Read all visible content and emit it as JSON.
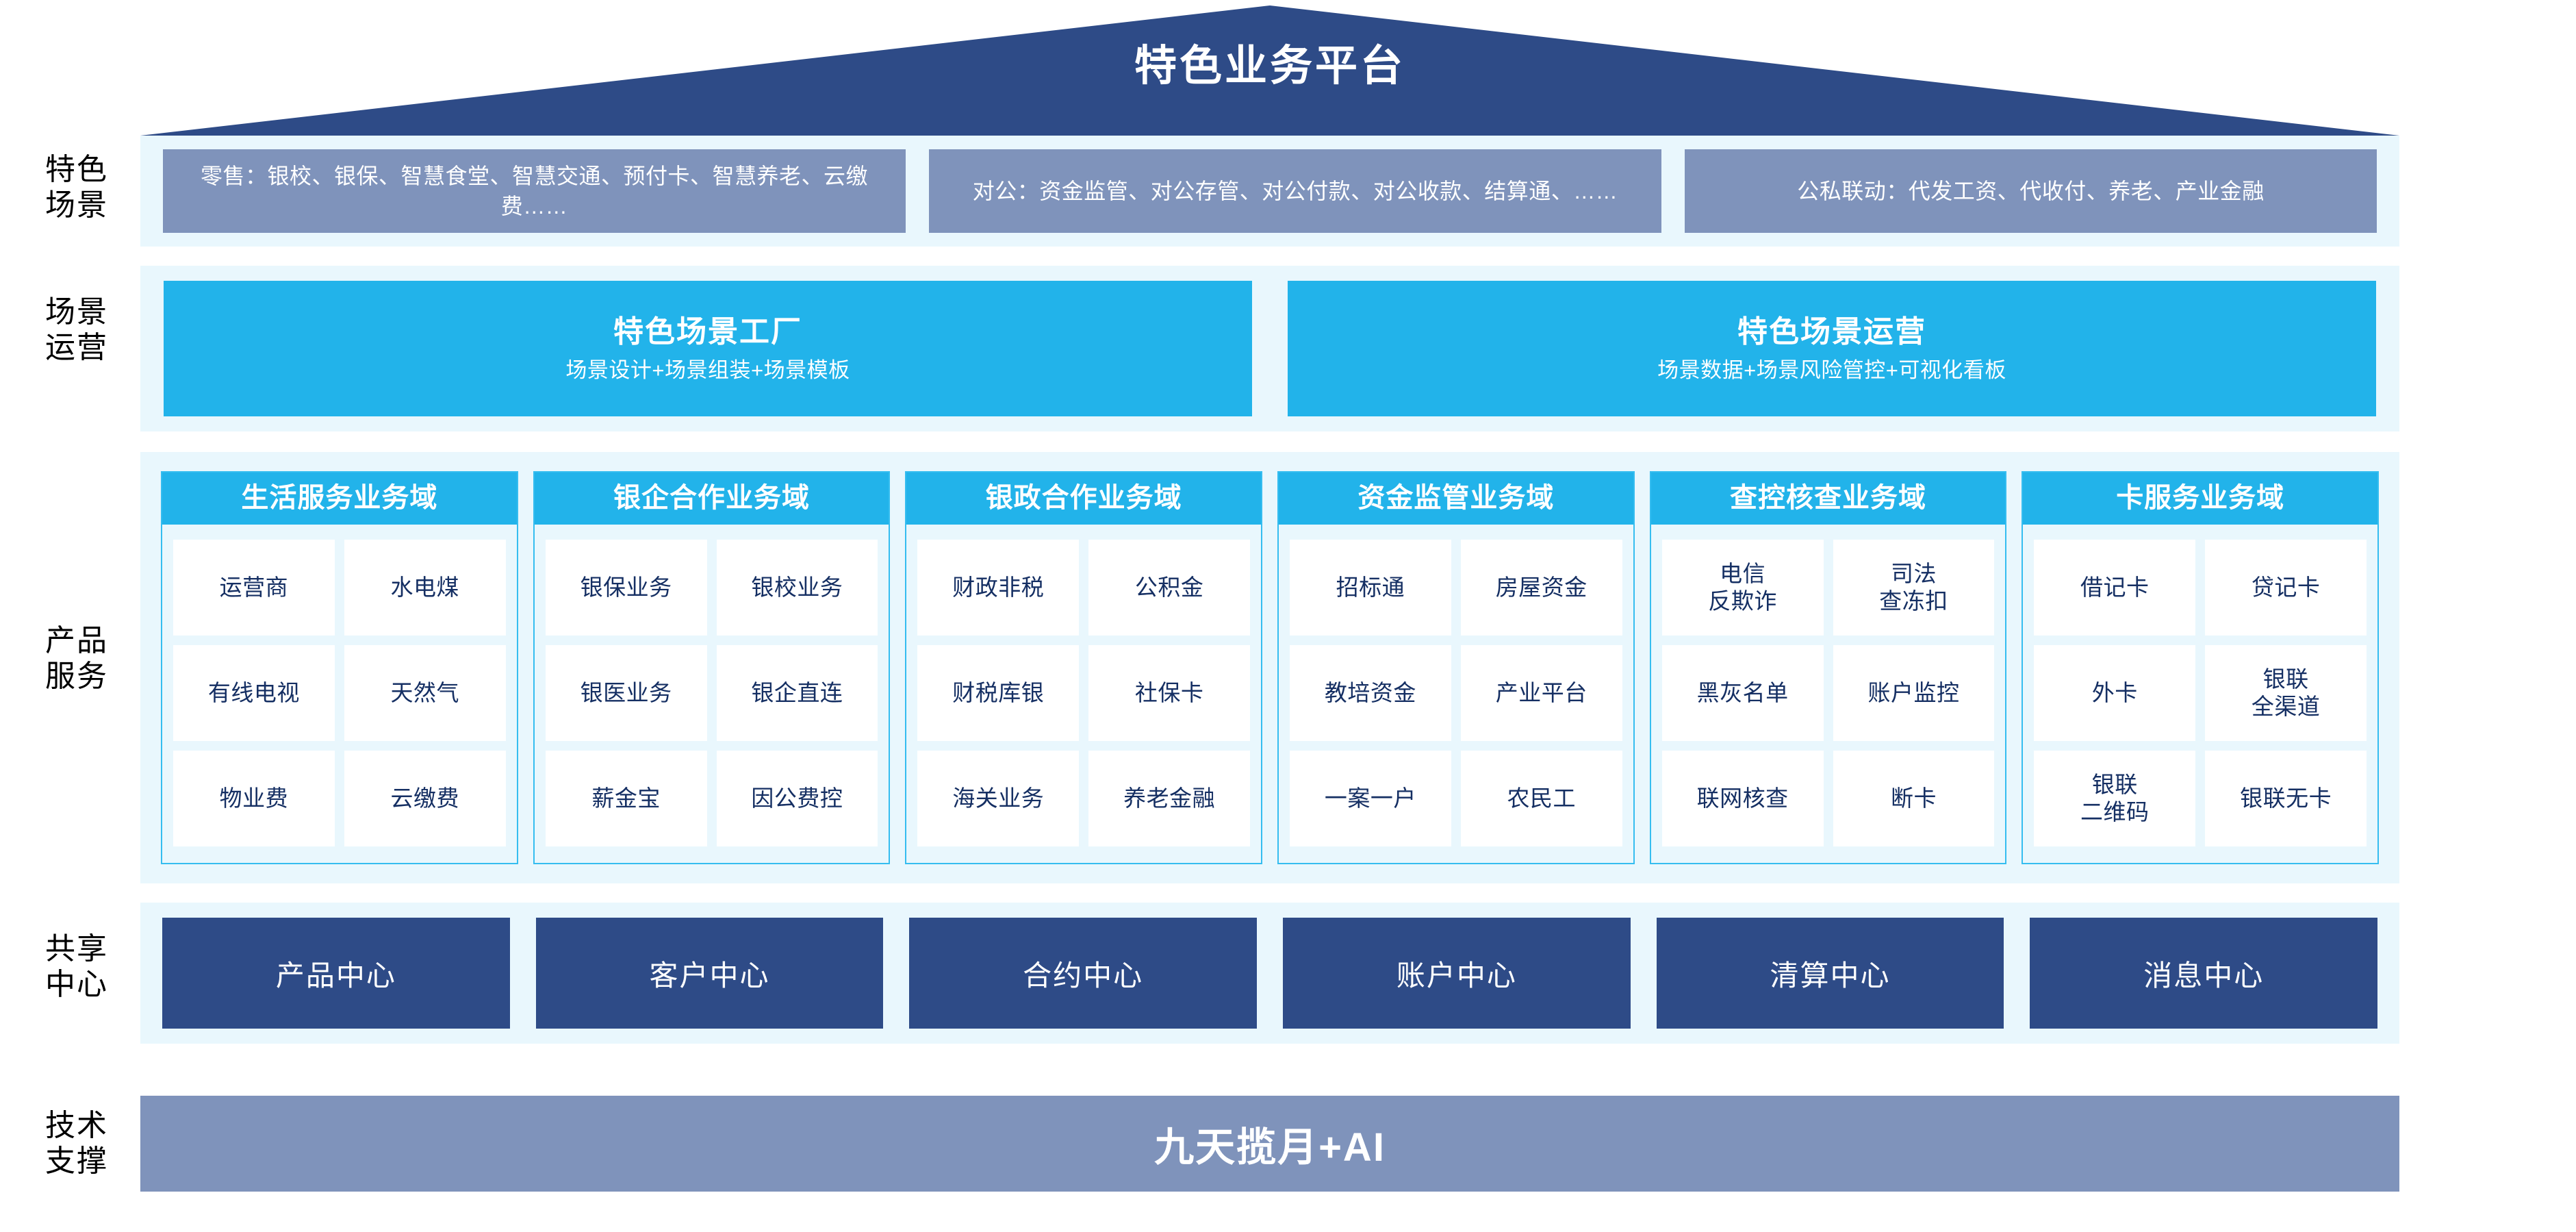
{
  "title": "特色业务平台",
  "colors": {
    "roof": "#2e4b87",
    "band_bg": "#e9f7fd",
    "scenario_box": "#7f93bb",
    "cyan": "#22b3ea",
    "cyan_border": "#35bdf0",
    "navy_box": "#2e4b87",
    "tech_bar": "#7f93bb",
    "cell_text": "#152f63",
    "white": "#ffffff"
  },
  "rows": {
    "scenario_label": "特色\n场景",
    "operation_label": "场景\n运营",
    "product_label": "产品\n服务",
    "shared_label": "共享\n中心",
    "tech_label": "技术\n支撑"
  },
  "scenarios": [
    {
      "text": "零售：银校、银保、智慧食堂、智慧交通、预付卡、智慧养老、云缴费……"
    },
    {
      "text": "对公：资金监管、对公存管、对公付款、对公收款、结算通、……"
    },
    {
      "text": "公私联动：代发工资、代收付、养老、产业金融"
    }
  ],
  "operations": [
    {
      "title": "特色场景工厂",
      "subtitle": "场景设计+场景组装+场景模板"
    },
    {
      "title": "特色场景运营",
      "subtitle": "场景数据+场景风险管控+可视化看板"
    }
  ],
  "domains": [
    {
      "title": "生活服务业务域",
      "items": [
        "运营商",
        "水电煤",
        "有线电视",
        "天然气",
        "物业费",
        "云缴费"
      ]
    },
    {
      "title": "银企合作业务域",
      "items": [
        "银保业务",
        "银校业务",
        "银医业务",
        "银企直连",
        "薪金宝",
        "因公费控"
      ]
    },
    {
      "title": "银政合作业务域",
      "items": [
        "财政非税",
        "公积金",
        "财税库银",
        "社保卡",
        "海关业务",
        "养老金融"
      ]
    },
    {
      "title": "资金监管业务域",
      "items": [
        "招标通",
        "房屋资金",
        "教培资金",
        "产业平台",
        "一案一户",
        "农民工"
      ]
    },
    {
      "title": "查控核查业务域",
      "items": [
        "电信\n反欺诈",
        "司法\n查冻扣",
        "黑灰名单",
        "账户监控",
        "联网核查",
        "断卡"
      ]
    },
    {
      "title": "卡服务业务域",
      "items": [
        "借记卡",
        "贷记卡",
        "外卡",
        "银联\n全渠道",
        "银联\n二维码",
        "银联无卡"
      ]
    }
  ],
  "shared_centers": [
    "产品中心",
    "客户中心",
    "合约中心",
    "账户中心",
    "清算中心",
    "消息中心"
  ],
  "tech_support": {
    "label": "九天揽月+AI"
  }
}
